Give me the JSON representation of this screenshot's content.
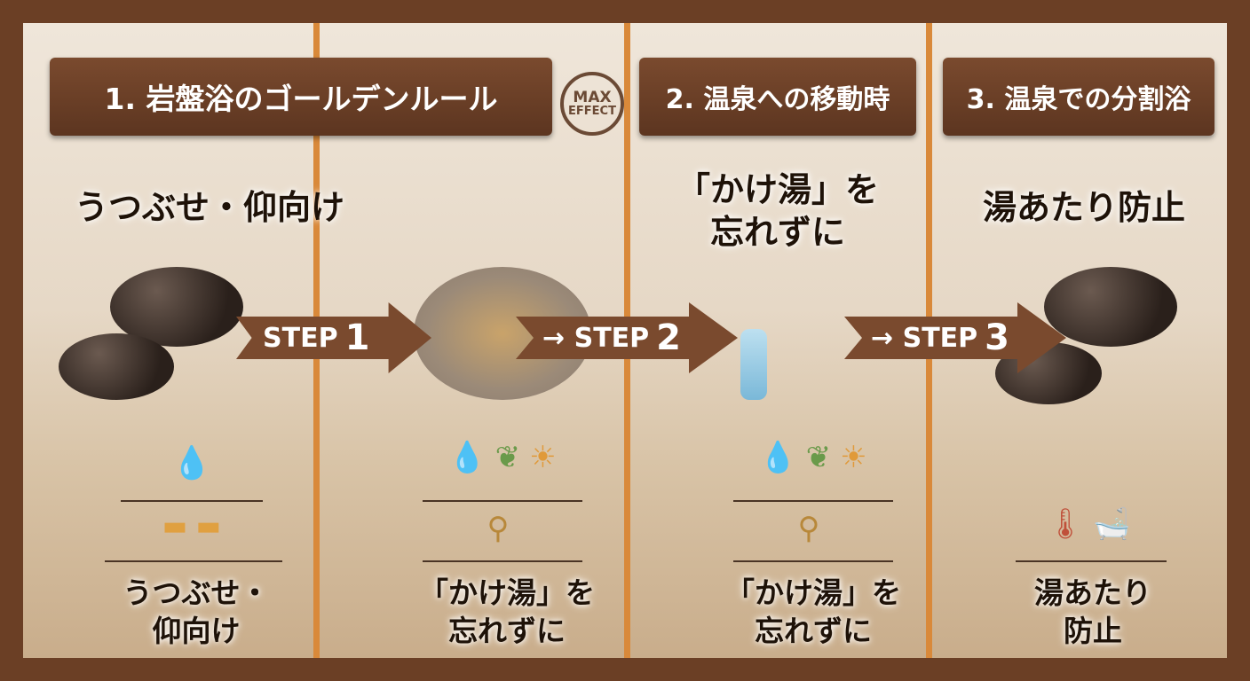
{
  "panels": [
    {
      "header": "1. 岩盤浴のゴールデンルール",
      "headline": "うつぶせ・仰向け",
      "label_line1": "うつぶせ・",
      "label_line2": "仰向け"
    },
    {
      "header": "2. 温泉への移動時",
      "headline_line1": "「かけ湯」を",
      "headline_line2": "忘れずに",
      "label_line1": "「かけ湯」を",
      "label_line2": "忘れずに"
    },
    {
      "header": "3. 温泉での分割浴",
      "headline": "湯あたり防止",
      "label_line1": "湯あたり",
      "label_line2": "防止"
    }
  ],
  "panel_mid": {
    "label_line1": "「かけ湯」を",
    "label_line2": "忘れずに"
  },
  "badge": {
    "line1": "MAX",
    "line2": "EFFECT"
  },
  "steps": [
    {
      "prefix": "STEP",
      "num": "1"
    },
    {
      "prefix": "→ STEP",
      "num": "2"
    },
    {
      "prefix": "→ STEP",
      "num": "3"
    }
  ],
  "colors": {
    "frame": "#6b3f25",
    "divider": "#d9893a",
    "plaque": "#6b3f25"
  }
}
